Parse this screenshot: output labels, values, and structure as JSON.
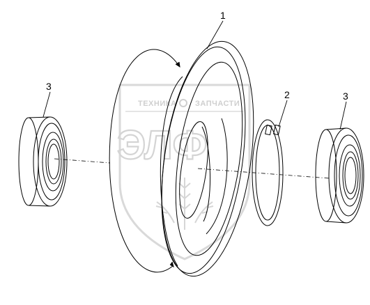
{
  "diagram": {
    "callouts": [
      {
        "label": "1"
      },
      {
        "label": "2"
      },
      {
        "label": "3"
      },
      {
        "label": "3"
      }
    ],
    "parts": [
      {
        "id": "wheel-disc",
        "callout": "1"
      },
      {
        "id": "retaining-ring",
        "callout": "2"
      },
      {
        "id": "bearing-left",
        "callout": "3"
      },
      {
        "id": "bearing-right",
        "callout": "3"
      }
    ]
  },
  "watermark": {
    "line1_left": "ТЕХНИКА",
    "line1_right": "ЗАПЧАСТИ",
    "logo": "ЭЛФ",
    "color": "#cfcfcf"
  },
  "colors": {
    "line": "#000000",
    "background": "#ffffff"
  }
}
